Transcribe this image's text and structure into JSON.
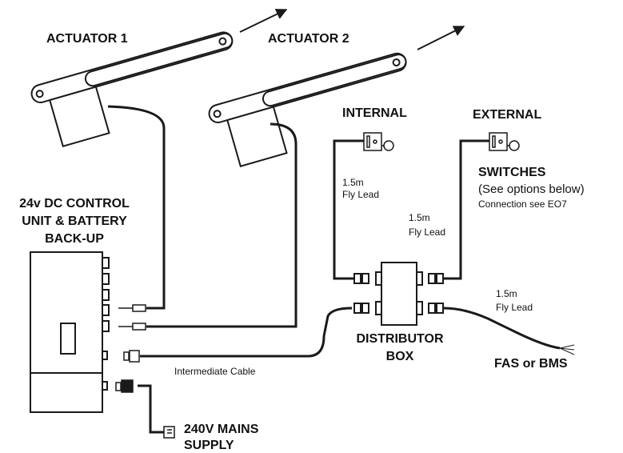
{
  "labels": {
    "actuator_1": "ACTUATOR 1",
    "actuator_2": "ACTUATOR 2",
    "internal": "INTERNAL",
    "external": "EXTERNAL",
    "control_unit_line1": "24v DC CONTROL",
    "control_unit_line2": "UNIT & BATTERY",
    "control_unit_line3": "BACK-UP",
    "fly_lead_internal_1": "1.5m",
    "fly_lead_internal_2": "Fly Lead",
    "fly_lead_external_1": "1.5m",
    "fly_lead_external_2": "Fly Lead",
    "switches": "SWITCHES",
    "see_options": "(See options below)",
    "connection_see": "Connection see EO7",
    "fly_lead_fas_1": "1.5m",
    "fly_lead_fas_2": "Fly Lead",
    "distributor_line1": "DISTRIBUTOR",
    "distributor_line2": "BOX",
    "fas_bms": "FAS or BMS",
    "intermediate_cable": "Intermediate Cable",
    "mains_line1": "240V MAINS",
    "mains_line2": "SUPPLY"
  },
  "colors": {
    "stroke": "#1a1a1a",
    "fill": "#ffffff"
  },
  "icons": [
    "actuator-icon",
    "key-switch-icon",
    "plug-icon",
    "mains-plug-icon",
    "arrow-icon"
  ]
}
